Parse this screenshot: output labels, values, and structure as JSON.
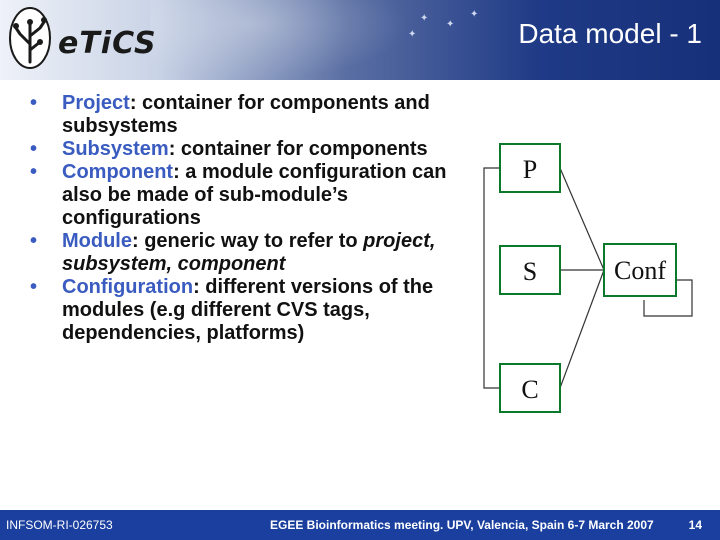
{
  "slide": {
    "title": "Data model - 1",
    "logo_text": "eTiCS",
    "bullets": [
      {
        "term": "Project",
        "rest": ": container for components and subsystems"
      },
      {
        "term": "Subsystem",
        "rest": ": container for components"
      },
      {
        "term": "Component",
        "rest": ": a module configuration can also be made of sub-module’s configurations"
      },
      {
        "term": "Module",
        "rest": ": generic way to refer to ",
        "italic": "project, subsystem, component"
      },
      {
        "term": "Configuration",
        "rest": ": different versions of the modules (e.g different CVS tags, dependencies, platforms)"
      }
    ]
  },
  "diagram": {
    "boxes": [
      {
        "id": "P",
        "label": "P"
      },
      {
        "id": "S",
        "label": "S"
      },
      {
        "id": "C",
        "label": "C"
      },
      {
        "id": "Conf",
        "label": "Conf"
      }
    ]
  },
  "footer": {
    "left": "INFSOM-RI-026753",
    "middle": "EGEE Bioinformatics meeting. UPV, Valencia, Spain 6-7 March 2007",
    "page": "14"
  },
  "colors": {
    "accent": "#3a5cc0",
    "footer_bg": "#1a3f9e",
    "header_dark": "#17307a"
  },
  "icons": {
    "bullet": "bullet-dot",
    "logo": "etics-tree-logo"
  }
}
